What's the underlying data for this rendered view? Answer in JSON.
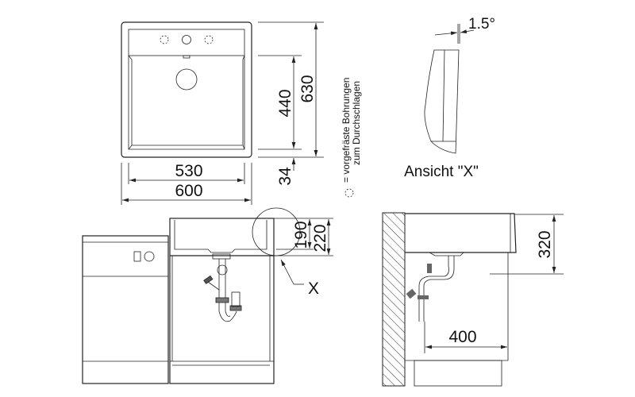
{
  "top_view": {
    "width_inner": "530",
    "width_outer": "600",
    "depth_basin": "440",
    "depth_total": "630",
    "rim": "34"
  },
  "legend": {
    "line1": "= vorgefräste Bohrungen",
    "line2": "zum Durchschlagen"
  },
  "detail_view": {
    "angle": "1.5°",
    "title": "Ansicht \"X\""
  },
  "front_view": {
    "basin_depth": "190",
    "total_height": "220",
    "detail_marker": "X"
  },
  "side_view": {
    "height": "320",
    "distance": "400"
  }
}
